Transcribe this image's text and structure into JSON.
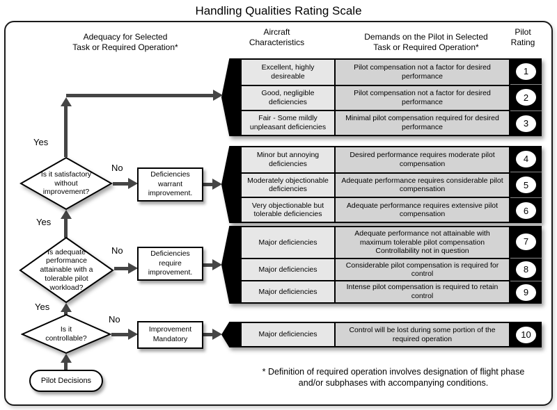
{
  "title": "Handling Qualities Rating Scale",
  "columns": {
    "adequacy": "Adequacy for Selected\nTask or Required  Operation*",
    "aircraft": "Aircraft\nCharacteristics",
    "demands": "Demands on the Pilot in Selected\nTask or Required Operation*",
    "rating": "Pilot\nRating"
  },
  "flow": {
    "yes_label": "Yes",
    "no_label": "No",
    "decisions": [
      {
        "question": "Is it satisfactory\nwithout\nimprovement?"
      },
      {
        "question": "Is adequate\nperformance\nattainable with a\ntolerable pilot\nworkload?"
      },
      {
        "question": "Is it\ncontrollable?"
      }
    ],
    "actions": [
      {
        "label": "Deficiencies\nwarrant\nimprovement."
      },
      {
        "label": "Deficiencies\nrequire\nimprovement."
      },
      {
        "label": "Improvement\nMandatory"
      }
    ],
    "start": "Pilot Decisions"
  },
  "groups": [
    {
      "rows": [
        {
          "char": "Excellent, highly\ndesireable",
          "demand": "Pilot compensation not a factor for desired performance",
          "rating": "1"
        },
        {
          "char": "Good, negligible\ndeficiencies",
          "demand": "Pilot compensation not a factor for desired performance",
          "rating": "2"
        },
        {
          "char": "Fair - Some mildly\nunpleasant deficiencies",
          "demand": "Minimal pilot compensation required for desired performance",
          "rating": "3"
        }
      ]
    },
    {
      "rows": [
        {
          "char": "Minor but annoying\ndeficiencies",
          "demand": "Desired performance requires moderate pilot compensation",
          "rating": "4"
        },
        {
          "char": "Moderately objectionable\ndeficiencies",
          "demand": "Adequate performance requires considerable pilot compensation",
          "rating": "5"
        },
        {
          "char": "Very objectionable but\ntolerable deficiencies",
          "demand": "Adequate performance requires extensive pilot compensation",
          "rating": "6"
        }
      ]
    },
    {
      "rows": [
        {
          "char": "Major deficiencies",
          "demand": "Adequate performance not attainable with maximum tolerable pilot compensation\nControllability not in question",
          "rating": "7"
        },
        {
          "char": "Major deficiencies",
          "demand": "Considerable pilot compensation is required for control",
          "rating": "8"
        },
        {
          "char": "Major deficiencies",
          "demand": "Intense pilot compensation is required to retain control",
          "rating": "9"
        }
      ]
    },
    {
      "rows": [
        {
          "char": "Major deficiencies",
          "demand": "Control will be lost during some portion of the required operation",
          "rating": "10"
        }
      ]
    }
  ],
  "footnote": "* Definition of required operation involves designation of flight phase\nand/or subphases with accompanying conditions."
}
